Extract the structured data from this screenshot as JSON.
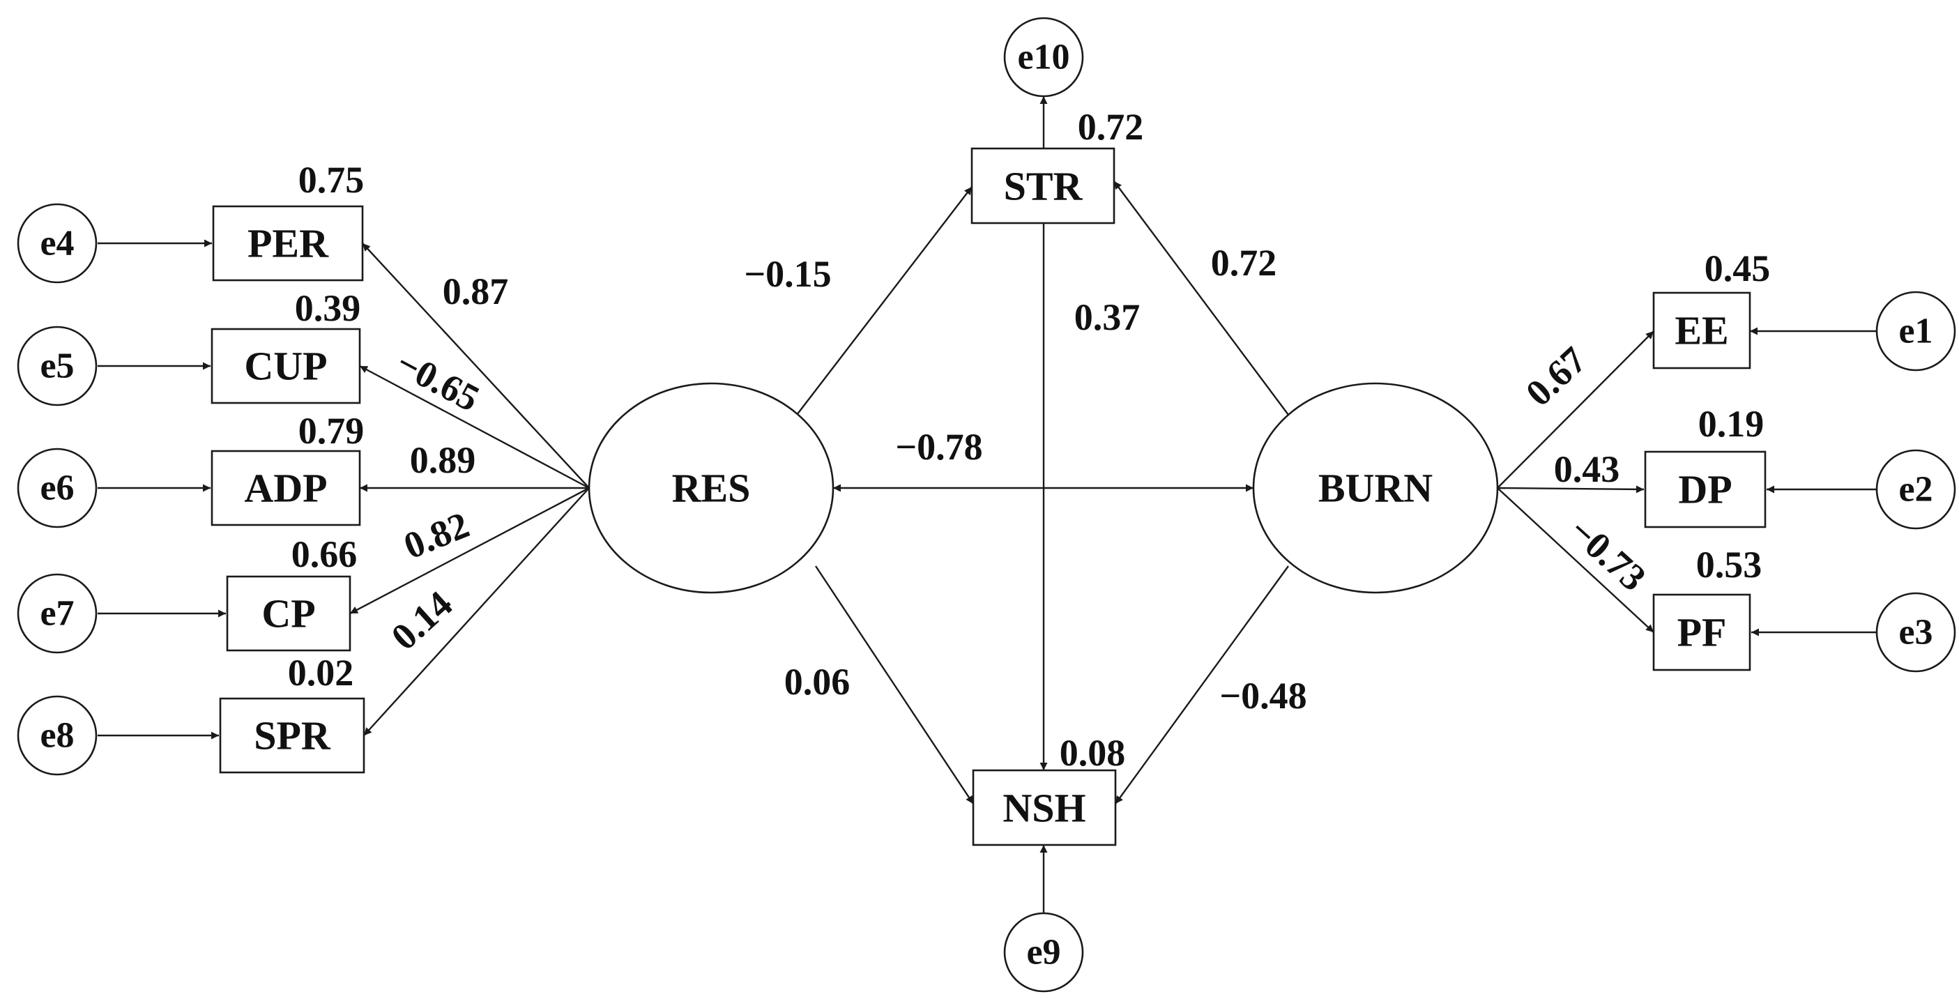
{
  "latent": {
    "res": "RES",
    "burn": "BURN"
  },
  "observed": {
    "per": "PER",
    "cup": "CUP",
    "adp": "ADP",
    "cp": "CP",
    "spr": "SPR",
    "str": "STR",
    "nsh": "NSH",
    "ee": "EE",
    "dp": "DP",
    "pf": "PF"
  },
  "errors": {
    "e1": "e1",
    "e2": "e2",
    "e3": "e3",
    "e4": "e4",
    "e5": "e5",
    "e6": "e6",
    "e7": "e7",
    "e8": "e8",
    "e9": "e9",
    "e10": "e10"
  },
  "r_squared": {
    "per": "0.75",
    "cup": "0.39",
    "adp": "0.79",
    "cp": "0.66",
    "spr": "0.02",
    "str": "0.72",
    "nsh": "0.08",
    "ee": "0.45",
    "dp": "0.19",
    "pf": "0.53"
  },
  "paths": {
    "res_per": "0.87",
    "res_cup": "−0.65",
    "res_adp": "0.89",
    "res_cp": "0.82",
    "res_spr": "0.14",
    "res_str": "−0.15",
    "res_nsh": "0.06",
    "res_burn": "−0.78",
    "burn_str": "0.72",
    "burn_nsh": "−0.48",
    "str_nsh": "0.37",
    "burn_ee": "0.67",
    "burn_dp": "0.43",
    "burn_pf": "−0.73"
  },
  "colors": {
    "line": "#1a1a1a",
    "text": "#111111",
    "background": "#ffffff"
  }
}
